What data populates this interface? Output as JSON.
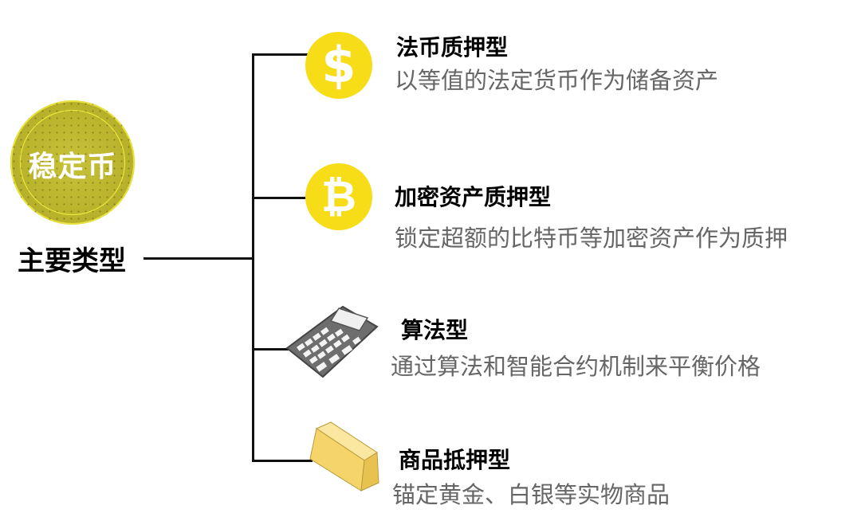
{
  "root": {
    "badge": "稳定币",
    "label": "主要类型"
  },
  "branches": [
    {
      "icon": "dollar-coin-icon",
      "glyph": "$",
      "title": "法币质押型",
      "desc": "以等值的法定货币作为储备资产"
    },
    {
      "icon": "bitcoin-coin-icon",
      "glyph": "₿",
      "title": "加密资产质押型",
      "desc": "锁定超额的比特币等加密资产作为质押"
    },
    {
      "icon": "calculator-icon",
      "title": "算法型",
      "desc": "通过算法和智能合约机制来平衡价格"
    },
    {
      "icon": "gold-bar-icon",
      "title": "商品抵押型",
      "desc": "锚定黄金、白银等实物商品"
    }
  ],
  "colors": {
    "coin": "#f7dd18",
    "main_coin": "#b9b32c",
    "desc_text": "#666666"
  }
}
